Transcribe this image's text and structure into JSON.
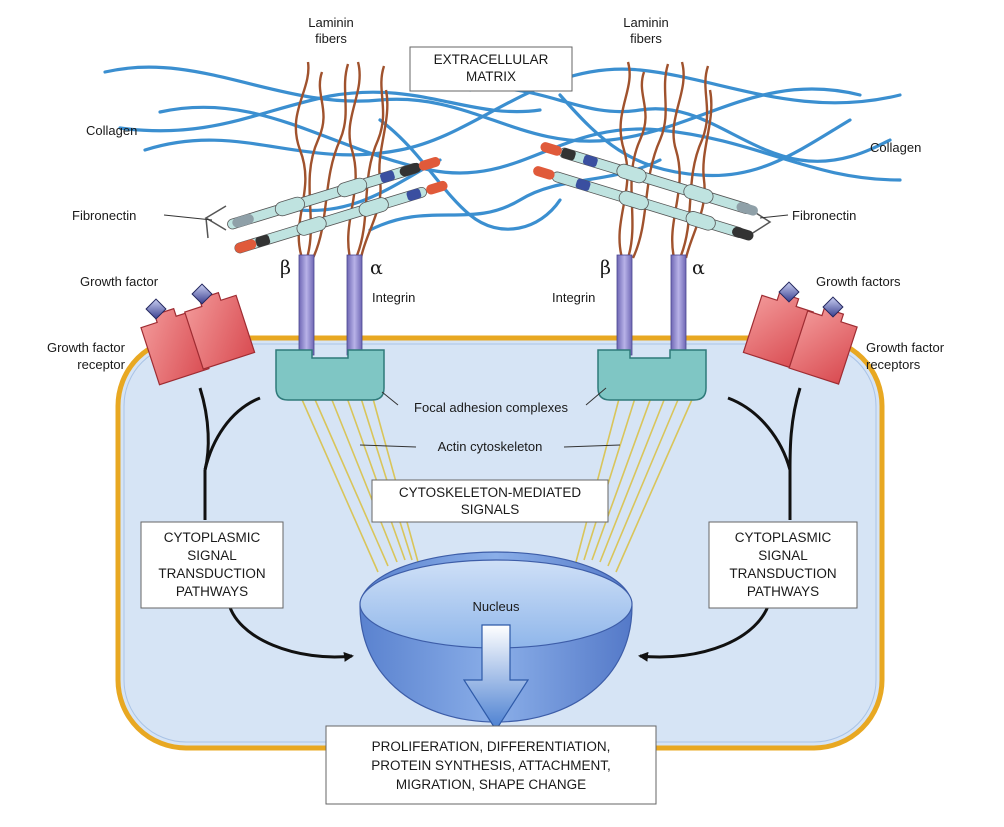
{
  "labels": {
    "laminin_left": [
      "Laminin",
      "fibers"
    ],
    "laminin_right": [
      "Laminin",
      "fibers"
    ],
    "ecm": [
      "EXTRACELLULAR",
      "MATRIX"
    ],
    "collagen_left": "Collagen",
    "collagen_right": "Collagen",
    "fibronectin_left": "Fibronectin",
    "fibronectin_right": "Fibronectin",
    "beta": "β",
    "alpha": "α",
    "integrin_left": "Integrin",
    "integrin_right": "Integrin",
    "growth_factor_left": "Growth factor",
    "growth_factors_right": "Growth factors",
    "gf_receptor_left": [
      "Growth factor",
      "receptor"
    ],
    "gf_receptors_right": [
      "Growth factor",
      "receptors"
    ],
    "focal_adhesion": "Focal adhesion complexes",
    "actin": "Actin cytoskeleton",
    "cytoskeleton_signals": [
      "CYTOSKELETON-MEDIATED",
      "SIGNALS"
    ],
    "cytoplasmic_left": [
      "CYTOPLASMIC",
      "SIGNAL",
      "TRANSDUCTION",
      "PATHWAYS"
    ],
    "cytoplasmic_right": [
      "CYTOPLASMIC",
      "SIGNAL",
      "TRANSDUCTION",
      "PATHWAYS"
    ],
    "nucleus": "Nucleus",
    "outcome": [
      "PROLIFERATION, DIFFERENTIATION,",
      "PROTEIN SYNTHESIS, ATTACHMENT,",
      "MIGRATION, SHAPE CHANGE"
    ]
  },
  "colors": {
    "cell_fill": "#d6e4f5",
    "membrane": "#e8a822",
    "collagen": "#3b8fd0",
    "laminin": "#a0522d",
    "integrin": "#8d85c9",
    "focal_adhesion": "#7fc6c4",
    "receptor": "#e8676a",
    "nucleus": "#6f9fe3",
    "actin": "#e6d985"
  }
}
